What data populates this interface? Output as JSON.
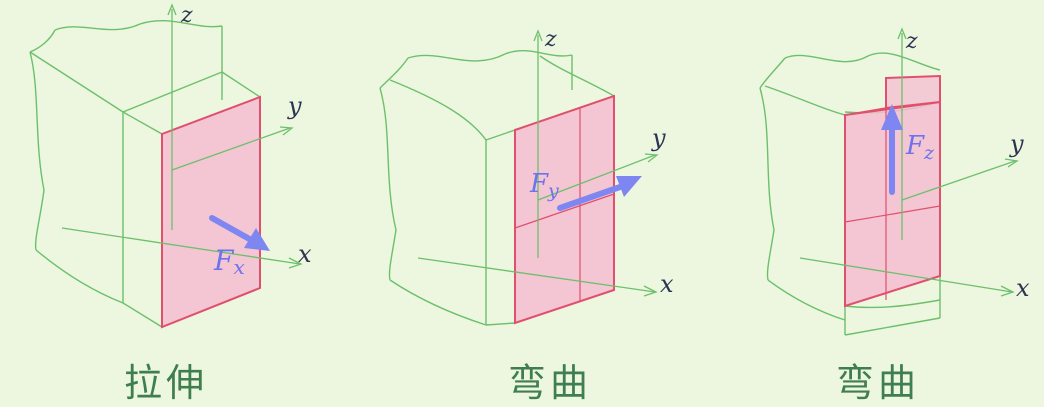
{
  "panels": [
    {
      "caption": "拉伸",
      "axes": {
        "x": "x",
        "y": "y",
        "z": "z"
      },
      "force": {
        "symbol": "F",
        "subscript": "x"
      }
    },
    {
      "caption": "弯曲",
      "axes": {
        "x": "x",
        "y": "y",
        "z": "z"
      },
      "force": {
        "symbol": "F",
        "subscript": "y"
      }
    },
    {
      "caption": "弯曲",
      "axes": {
        "x": "x",
        "y": "y",
        "z": "z"
      },
      "force": {
        "symbol": "F",
        "subscript": "z"
      }
    }
  ],
  "colors": {
    "background": "#edf6df",
    "outline": "#6cc06c",
    "section_fill": "#f4bcd0",
    "section_edge": "#e0506e",
    "arrow": "#7e86f2",
    "force_label": "#6c74ec",
    "axis_label": "#2b3550",
    "caption": "#3f7f4f"
  }
}
